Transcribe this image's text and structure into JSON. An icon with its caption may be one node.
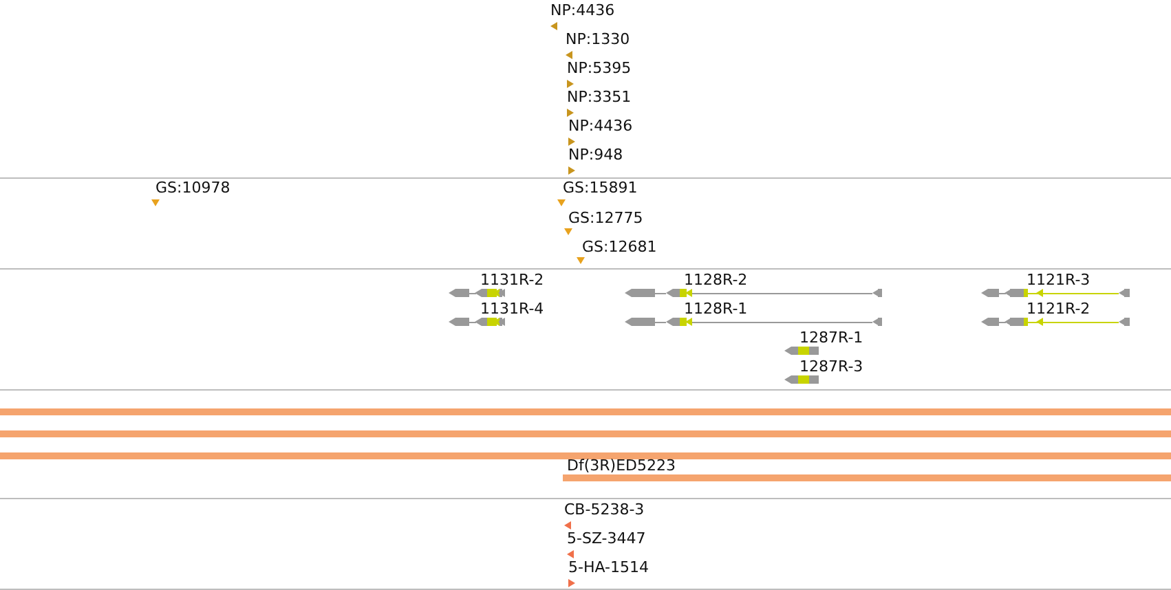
{
  "diagram": {
    "labels": [
      "NP:4436",
      "NP:1330",
      "NP:5395",
      "NP:3351",
      "NP:4436",
      "NP:948",
      "GS:10978",
      "GS:15891",
      "GS:12775",
      "GS:12681",
      "1131R-2",
      "1128R-2",
      "1121R-3",
      "1131R-4",
      "1128R-1",
      "1121R-2",
      "1287R-1",
      "1287R-3",
      "Df(3R)ED5223",
      "CB-5238-3",
      "5-SZ-3447",
      "5-HA-1514"
    ]
  }
}
